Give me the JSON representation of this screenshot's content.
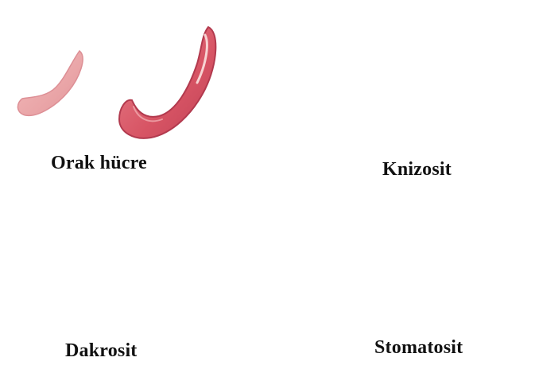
{
  "labels": {
    "sickle": "Orak hücre",
    "knizocyte": "Knizosit",
    "dacrocyte": "Dakrosit",
    "stomatocyte": "Stomatosit"
  },
  "colors": {
    "cell_dark": "#d95a68",
    "cell_mid": "#e27a84",
    "cell_light": "#eeaaae",
    "cell_pale": "#f3c4c4",
    "outline": "#b4404f",
    "highlight": "#fbe6e3",
    "background": "#ffffff"
  }
}
